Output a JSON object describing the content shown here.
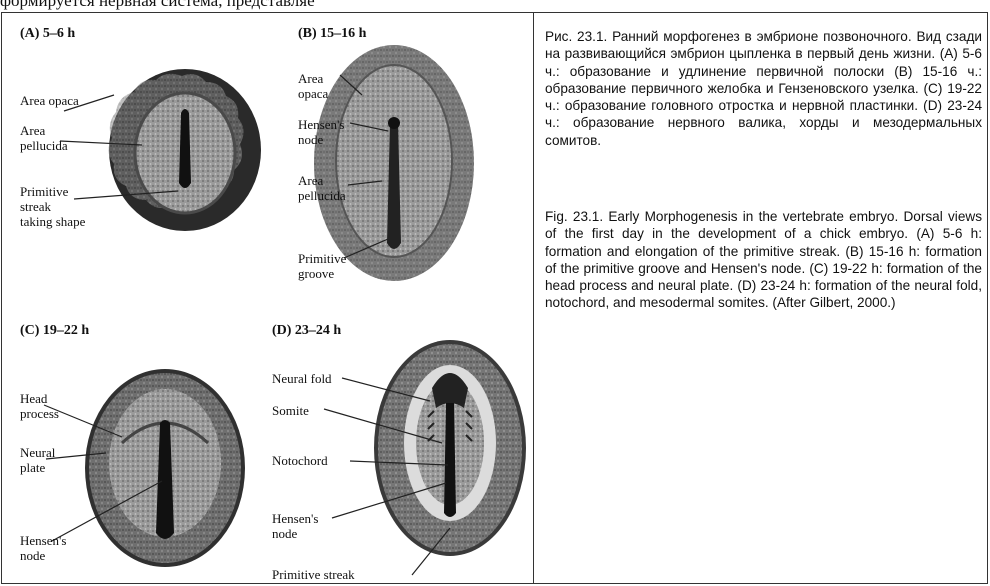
{
  "header": {
    "cut_off_line": "формируется нервная система, представляе"
  },
  "figure": {
    "panels": [
      {
        "title": "(A) 5–6 h",
        "labels": [
          "Area opaca",
          "Area\npellucida",
          "Primitive\nstreak\ntaking shape"
        ]
      },
      {
        "title": "(B) 15–16 h",
        "labels": [
          "Area\nopaca",
          "Hensen's\nnode",
          "Area\npellucida",
          "Primitive\ngroove"
        ]
      },
      {
        "title": "(C) 19–22 h",
        "labels": [
          "Head\nprocess",
          "Neural\nplate",
          "Hensen's\nnode"
        ]
      },
      {
        "title": "(D) 23–24 h",
        "labels": [
          "Neural fold",
          "Somite",
          "Notochord",
          "Hensen's\nnode",
          "Primitive streak"
        ]
      }
    ]
  },
  "caption": {
    "russian": "Рис. 23.1. Ранний морфогенез в эмбрионе позвоночного. Вид сзади на развивающийся эмбрион цыпленка в первый день жизни. (А) 5-6 ч.: образование и удлинение первичной полоски (В) 15-16 ч.: образование первичного желобка и Гензеновского узелка. (С) 19-22 ч.: образование головного отростка и нервной пластинки. (D) 23-24 ч.: образование нервного валика, хорды и мезодермальных сомитов.",
    "english": "Fig. 23.1. Early Morphogenesis in the vertebrate embryo. Dorsal views of the first day in the development of a chick embryo. (A) 5-6 h: formation and elongation of the primitive streak. (B) 15-16 h: formation of the primitive groove and Hensen's node. (C) 19-22 h: formation of the head process and neural plate. (D) 23-24 h: formation of the neural fold, notochord, and mesodermal somites. (After Gilbert, 2000.)"
  }
}
